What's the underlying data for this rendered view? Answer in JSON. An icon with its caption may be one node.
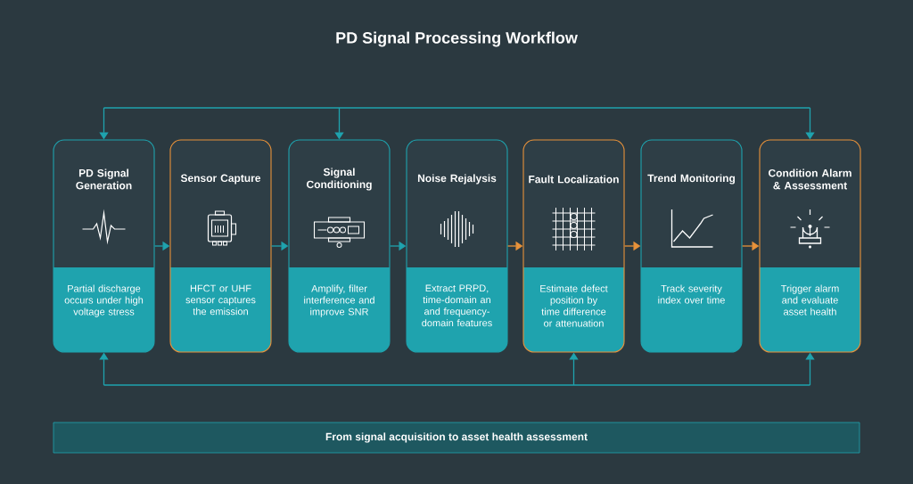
{
  "diagram": {
    "title": "PD Signal Processing Workflow",
    "nodes": [
      {
        "text": [
          "PD Signal Generation",
          "Partial discharge occurs under high voltage stress"
        ]
      },
      {
        "text": [
          "Sensor Capture",
          "HFCT or UHF sensor captures the emission"
        ]
      },
      {
        "text": [
          "Signal Conditioning",
          "Amplify, filter interference and improve SNR"
        ]
      },
      {
        "text": [
          "Noise Rejalysis",
          "Extract PRPD, time-domain an and frequency-domain features"
        ]
      },
      {
        "text": [
          "Fault Localization",
          "Estimate defect position by time difference or attenuation"
        ]
      },
      {
        "text": [
          "Trend Monitoring",
          "Track severity index over time"
        ]
      },
      {
        "text": [
          "Condition Alarm & Assessment",
          "Trigger alarm and evaluate asset health"
        ]
      },
      {
        "text": [
          "From signal acquisition to asset health assessment"
        ]
      }
    ],
    "edges": [
      {
        "from": 0,
        "to": 1,
        "arrow": "to"
      },
      {
        "from": 1,
        "to": 2,
        "arrow": "to"
      },
      {
        "from": 2,
        "to": 3,
        "arrow": "to"
      },
      {
        "from": 3,
        "to": 4,
        "arrow": "to",
        "color": "#e8923a"
      },
      {
        "from": 4,
        "to": 5,
        "arrow": "to",
        "color": "#e8923a"
      },
      {
        "from": 5,
        "to": 6,
        "arrow": "to",
        "color": "#e8923a"
      },
      {
        "from": null,
        "to": 0,
        "arrow": "to"
      },
      {
        "from": null,
        "to": 2,
        "arrow": "to"
      },
      {
        "from": null,
        "to": 6,
        "arrow": "to"
      },
      {
        "from": null,
        "to": 0,
        "arrow": "to"
      },
      {
        "from": null,
        "to": 4,
        "arrow": "to"
      },
      {
        "from": null,
        "to": 6,
        "arrow": "to"
      }
    ]
  }
}
